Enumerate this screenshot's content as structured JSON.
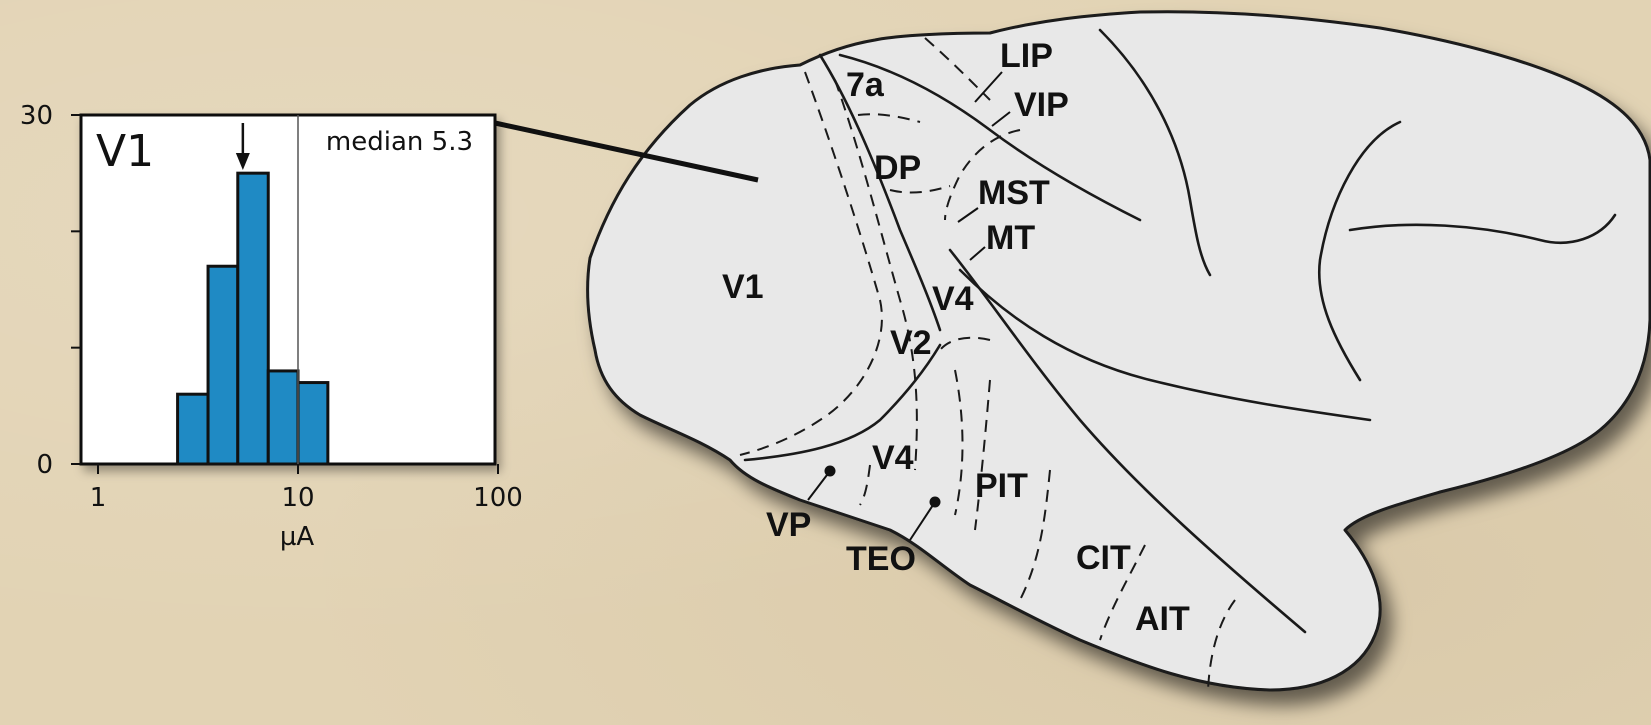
{
  "chart_data": {
    "type": "bar",
    "title": "V1",
    "annotation": "median 5.3",
    "median": 5.3,
    "xlabel": "µA",
    "xscale": "log",
    "xlim": [
      1,
      100
    ],
    "xticks": [
      "1",
      "10",
      "100"
    ],
    "ylim": [
      0,
      30
    ],
    "yticks": [
      "0",
      "30"
    ],
    "bins": [
      {
        "x0": 2.5,
        "x1": 3.55,
        "value": 6
      },
      {
        "x0": 3.55,
        "x1": 5.0,
        "value": 17
      },
      {
        "x0": 5.0,
        "x1": 7.1,
        "value": 25
      },
      {
        "x0": 7.1,
        "x1": 10.0,
        "value": 8
      },
      {
        "x0": 10.0,
        "x1": 14.1,
        "value": 7
      }
    ],
    "reference_line_x": 10,
    "grid": false
  },
  "brain": {
    "regions": [
      {
        "id": "v1",
        "label": "V1"
      },
      {
        "id": "v2",
        "label": "V2"
      },
      {
        "id": "v4-dorsal",
        "label": "V4"
      },
      {
        "id": "v4-ventral",
        "label": "V4"
      },
      {
        "id": "7a",
        "label": "7a"
      },
      {
        "id": "dp",
        "label": "DP"
      },
      {
        "id": "lip",
        "label": "LIP"
      },
      {
        "id": "vip",
        "label": "VIP"
      },
      {
        "id": "mst",
        "label": "MST"
      },
      {
        "id": "mt",
        "label": "MT"
      },
      {
        "id": "vp",
        "label": "VP"
      },
      {
        "id": "teo",
        "label": "TEO"
      },
      {
        "id": "pit",
        "label": "PIT"
      },
      {
        "id": "cit",
        "label": "CIT"
      },
      {
        "id": "ait",
        "label": "AIT"
      }
    ]
  },
  "colors": {
    "background": "#e2d3b4",
    "bar_fill": "#1f8ac4",
    "brain_fill": "#e8e8e8",
    "outline": "#1a1a1a"
  }
}
